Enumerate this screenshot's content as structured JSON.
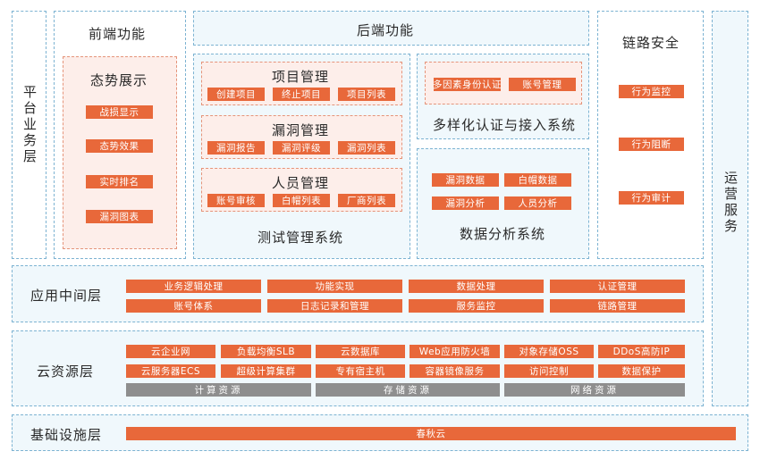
{
  "layers": {
    "platform": "平台业务层",
    "middleware": "应用中间层",
    "cloud": "云资源层",
    "infra": "基础设施层",
    "ops": "运营服务"
  },
  "frontend": {
    "title": "前端功能",
    "situation": {
      "title": "态势展示",
      "items": [
        "战损显示",
        "态势效果",
        "实时排名",
        "漏洞图表"
      ]
    }
  },
  "backend": {
    "title": "后端功能",
    "test_system": {
      "title": "测试管理系统",
      "project": {
        "title": "项目管理",
        "items": [
          "创建项目",
          "终止项目",
          "项目列表"
        ]
      },
      "vuln": {
        "title": "漏洞管理",
        "items": [
          "漏洞报告",
          "漏洞评级",
          "漏洞列表"
        ]
      },
      "people": {
        "title": "人员管理",
        "items": [
          "账号审核",
          "白帽列表",
          "厂商列表"
        ]
      }
    },
    "auth_system": {
      "title": "多样化认证与接入系统",
      "items": [
        "多因素身份认证",
        "账号管理"
      ]
    },
    "data_system": {
      "title": "数据分析系统",
      "items": [
        "漏洞数据",
        "白帽数据",
        "漏洞分析",
        "人员分析"
      ]
    }
  },
  "link_security": {
    "title": "链路安全",
    "items": [
      "行为监控",
      "行为阻断",
      "行为审计"
    ]
  },
  "middleware_items": {
    "row1": [
      "业务逻辑处理",
      "功能实现",
      "数据处理",
      "认证管理"
    ],
    "row2": [
      "账号体系",
      "日志记录和管理",
      "服务监控",
      "链路管理"
    ]
  },
  "cloud_items": {
    "row1": [
      "云企业网",
      "负载均衡SLB",
      "云数据库",
      "Web应用防火墙",
      "对象存储OSS",
      "DDoS高防IP"
    ],
    "row2": [
      "云服务器ECS",
      "超级计算集群",
      "专有宿主机",
      "容器镜像服务",
      "访问控制",
      "数据保护"
    ],
    "row3": [
      "计算资源",
      "存储资源",
      "网络资源"
    ]
  },
  "infra_item": "春秋云",
  "colors": {
    "panel_bg": "#f0f8fc",
    "panel_border": "#7db3d2",
    "pink_bg": "#fdeeea",
    "accent_orange": "#e8683a",
    "resource_gray": "#8e8e8e"
  }
}
